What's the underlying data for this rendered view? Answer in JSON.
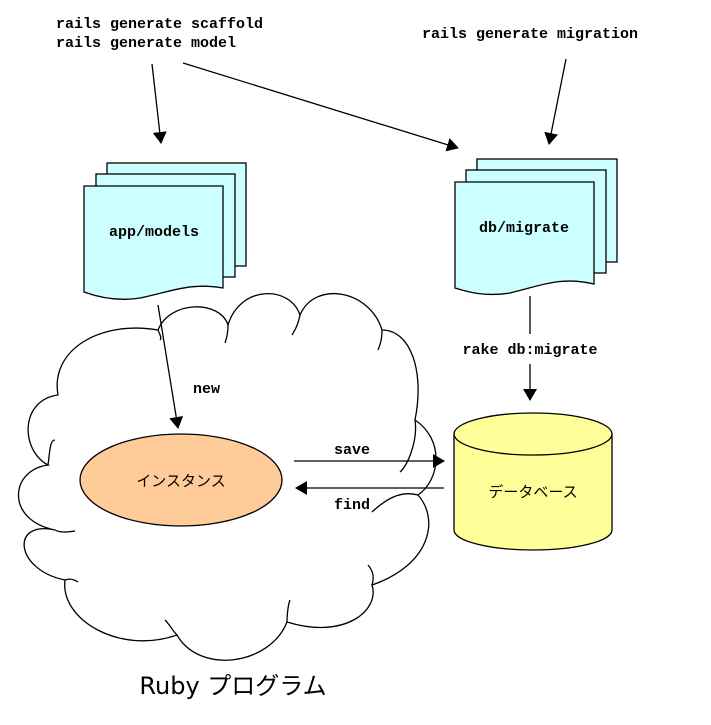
{
  "diagram": {
    "commands": {
      "scaffold": "rails generate scaffold",
      "model": "rails generate model",
      "migration": "rails generate migration"
    },
    "documents": {
      "models": "app/models",
      "migrate": "db/migrate"
    },
    "edges": {
      "rake": "rake db:migrate",
      "new": "new",
      "save": "save",
      "find": "find"
    },
    "nodes": {
      "instance": "インスタンス",
      "database": "データベース"
    },
    "cloud_label": "Ruby プログラム",
    "colors": {
      "document_fill": "#ccffff",
      "instance_fill": "#ffcc99",
      "database_fill": "#ffff99",
      "stroke": "#000000"
    }
  }
}
